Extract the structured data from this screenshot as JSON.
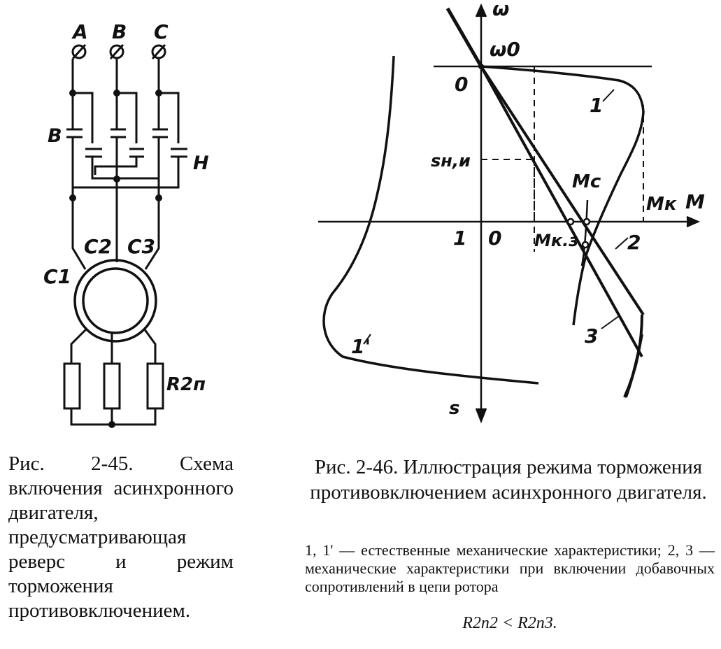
{
  "fig45": {
    "phases": [
      "A",
      "B",
      "C"
    ],
    "contactor_forward": "В",
    "contactor_reverse": "Н",
    "stator_terminals": [
      "C1",
      "C2",
      "C3"
    ],
    "rotor_resistor": "R2п",
    "caption": "Рис. 2-45. Схема включения асинхронного двигателя, предусматривающая реверс и режим торможения противовключением."
  },
  "fig46": {
    "axis_omega": "ω",
    "axis_M": "M",
    "axis_s": "s",
    "omega0": "ω0",
    "origin_top": "0",
    "origin_mid": "0",
    "tick_1": "1",
    "s_label": "sн,и",
    "Mc_label": "Mc",
    "Mk_label": "Mк",
    "Mkz_label": "Mк.з",
    "curve_labels": [
      "1",
      "1'",
      "2",
      "3"
    ],
    "caption_title": "Рис. 2-46. Иллюстрация режима торможения противовключением асинхронного двигателя.",
    "legend": "1, 1' — естественные механические характеристики; 2, 3 — механические характеристики при включении добавочных сопротивлений в цепи ротора",
    "formula": "R2п2 < R2п3."
  }
}
